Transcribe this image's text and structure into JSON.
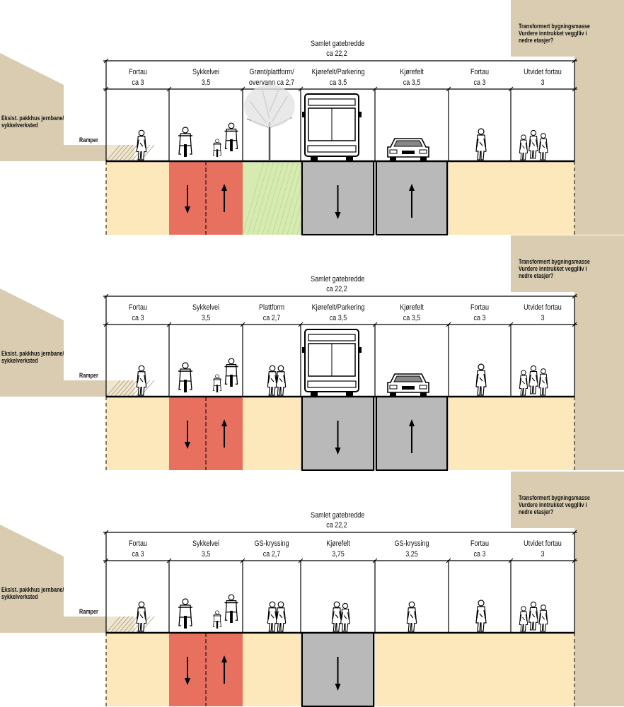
{
  "sections": [
    {
      "note": [
        "Transformert bygningsmasse",
        "Vurdere inntrukket vegglliv i",
        "nedre etasjer?"
      ],
      "total_label": "Samlet gatebredde",
      "total_value": "ca 22,2",
      "building_label": [
        "Eksist. pakkhus jernbane/",
        "sykkelverksted"
      ],
      "ramp_label": "Ramper",
      "lanes": [
        {
          "name": "Fortau",
          "width": "ca 3",
          "type": "sidewalk"
        },
        {
          "name": "Sykkelvei",
          "width": "3,5",
          "type": "bike"
        },
        {
          "name": "Grønt/plattform/",
          "width": "overvann ca 2,7",
          "type": "green"
        },
        {
          "name": "Kjørefelt/Parkering",
          "width": "ca 3,5",
          "type": "road",
          "direction": "down"
        },
        {
          "name": "Kjørefelt",
          "width": "ca 3,5",
          "type": "road",
          "direction": "up"
        },
        {
          "name": "Fortau",
          "width": "ca 3",
          "type": "sidewalk"
        },
        {
          "name": "Utvidet fortau",
          "width": "3",
          "type": "sidewalk"
        }
      ]
    },
    {
      "note": [
        "Transformert bygningsmasse",
        "Vurdere inntrukket vegglliv i",
        "nedre etasjer?"
      ],
      "total_label": "Samlet gatebredde",
      "total_value": "ca 22,2",
      "building_label": [
        "Eksist. pakkhus jernbane/",
        "sykkelverksted"
      ],
      "ramp_label": "Ramper",
      "lanes": [
        {
          "name": "Fortau",
          "width": "ca 3",
          "type": "sidewalk"
        },
        {
          "name": "Sykkelvei",
          "width": "3,5",
          "type": "bike"
        },
        {
          "name": "Plattform",
          "width": "ca 2,7",
          "type": "sidewalk"
        },
        {
          "name": "Kjørefelt/Parkering",
          "width": "ca 3,5",
          "type": "road",
          "direction": "down"
        },
        {
          "name": "Kjørefelt",
          "width": "ca 3,5",
          "type": "road",
          "direction": "up"
        },
        {
          "name": "Fortau",
          "width": "ca 3",
          "type": "sidewalk"
        },
        {
          "name": "Utvidet fortau",
          "width": "3",
          "type": "sidewalk"
        }
      ]
    },
    {
      "note": [
        "Transformert bygningsmasse",
        "Vurdere inntrukket vegglliv i",
        "nedre etasjer?"
      ],
      "total_label": "Samlet gatebredde",
      "total_value": "ca 22,2",
      "building_label": [
        "Eksist. pakkhus jernbane/",
        "sykkelverksted"
      ],
      "ramp_label": "Ramper",
      "lanes": [
        {
          "name": "Fortau",
          "width": "ca 3",
          "type": "sidewalk"
        },
        {
          "name": "Sykkelvei",
          "width": "3,5",
          "type": "bike"
        },
        {
          "name": "GS-kryssing",
          "width": "ca 2,7",
          "type": "sidewalk"
        },
        {
          "name": "Kjørefelt",
          "width": "3,75",
          "type": "road",
          "direction": "down"
        },
        {
          "name": "GS-kryssing",
          "width": "3,25",
          "type": "sidewalk"
        },
        {
          "name": "Fortau",
          "width": "ca 3",
          "type": "sidewalk"
        },
        {
          "name": "Utvidet fortau",
          "width": "3",
          "type": "sidewalk"
        }
      ]
    }
  ],
  "colors": {
    "building": "#d9ccb0",
    "sidewalk": "#fde8bc",
    "bike": "#e8705e",
    "road": "#b9b9b9",
    "green": "#d6eab2"
  }
}
